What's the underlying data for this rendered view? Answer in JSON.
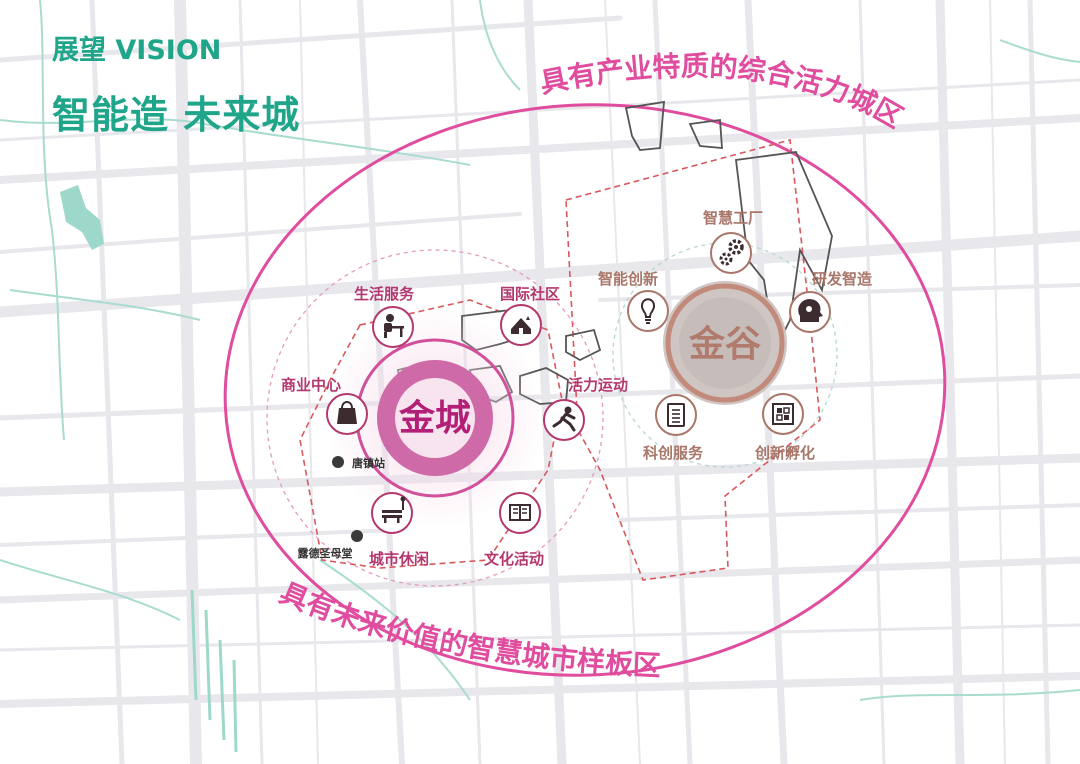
{
  "header": {
    "kicker": "展望 VISION",
    "headline": "智能造 未来城"
  },
  "arc_labels": {
    "top": "具有产业特质的综合活力城区",
    "bottom": "具有未来价值的智慧城市样板区"
  },
  "districts": {
    "west_core": "金城",
    "east_core": "金谷"
  },
  "west_functions": {
    "living_services": "生活服务",
    "international_community": "国际社区",
    "commercial_center": "商业中心",
    "vitality_sports": "活力运动",
    "urban_leisure": "城市休闲",
    "cultural_activities": "文化活动"
  },
  "east_functions": {
    "smart_factory": "智慧工厂",
    "smart_innovation": "智能创新",
    "rd_manufacturing": "研发智造",
    "tech_services": "科创服务",
    "innovation_incubation": "创新孵化"
  },
  "stations": {
    "tangzhen": "唐镇站",
    "church": "露德圣母堂"
  },
  "colors": {
    "header_teal": "#1fa58a",
    "pink_accent": "#e04d9e",
    "west_core_fill": "#cf6aa8",
    "west_core_text": "#b21f76",
    "east_core_fill": "#c9b5b0",
    "east_core_ring": "#c28a7a",
    "east_core_text": "#b07a6c",
    "west_label": "#b3386e",
    "east_label": "#a8776a",
    "icon_dark": "#3c2b2f",
    "map_road": "#e5e5ea",
    "water": "#9ed8cb"
  }
}
